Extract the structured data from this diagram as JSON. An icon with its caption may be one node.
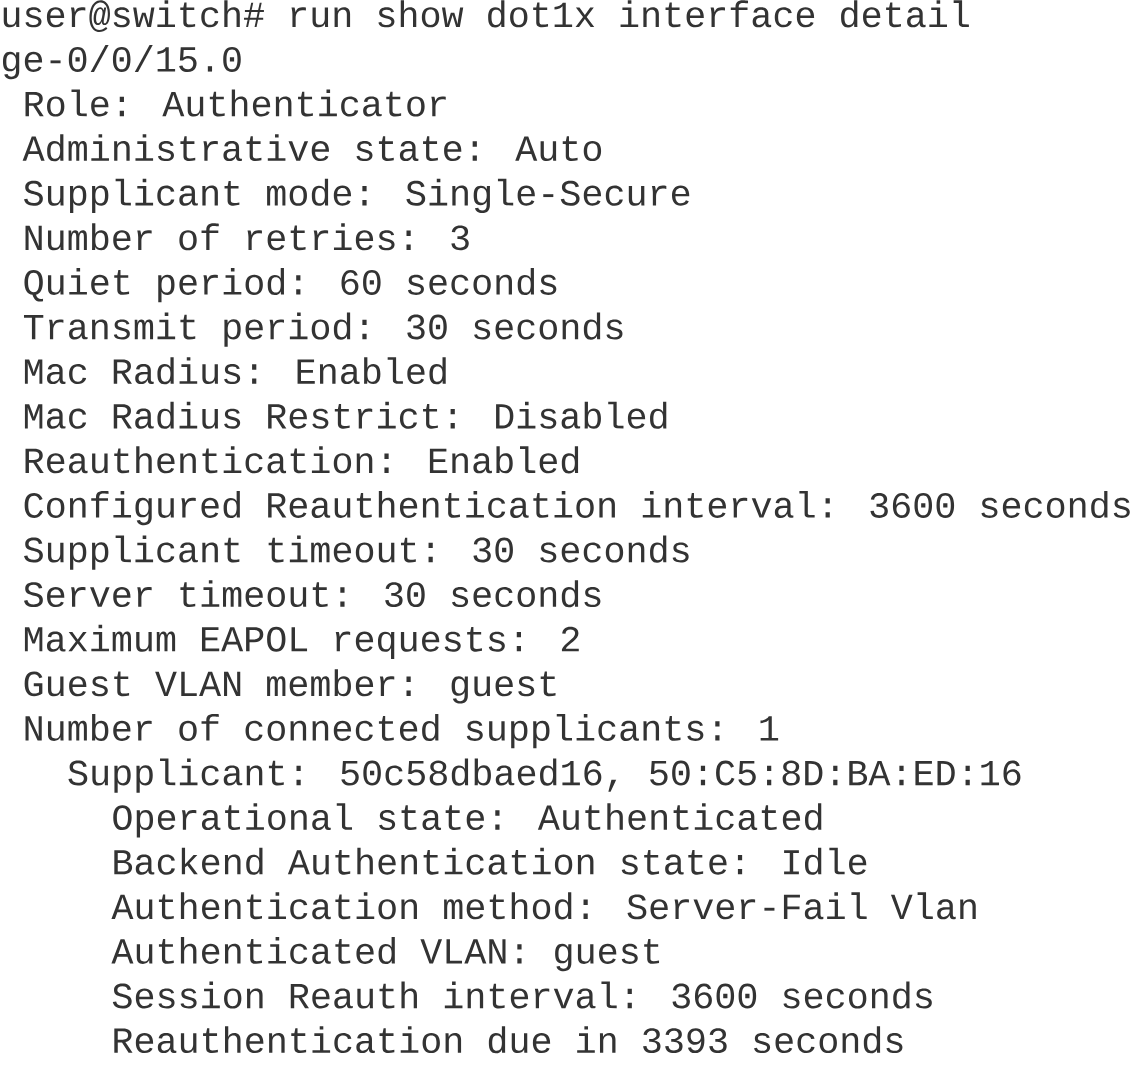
{
  "diagram": {
    "labels": [
      "user@switch# run show dot1x interface detail",
      "ge-0/0/15.0",
      "Role: Authenticator",
      "Administrative state: Auto",
      "Supplicant mode: Single-Secure",
      "Number of retries: 3",
      "Quiet period: 60 seconds",
      "Transmit period: 30 seconds",
      "Mac Radius: Enabled",
      "Mac Radius Restrict: Disabled",
      "Reauthentication: Enabled",
      "Configured Reauthentication interval: 3600 seconds",
      "Supplicant timeout: 30 seconds",
      "Server timeout: 30 seconds",
      "Maximum EAPOL requests: 2",
      "Guest VLAN member: guest",
      "Number of connected supplicants: 1",
      "Supplicant: 50c58dbaed16, 50:C5:8D:BA:ED:16",
      "Operational state: Authenticated",
      "Backend Authentication state: Idle",
      "Authentication method: Server-Fail Vlan",
      "Authenticated VLAN: guest",
      "Session Reauth interval: 3600 seconds",
      "Reauthentication due in 3393 seconds"
    ]
  }
}
